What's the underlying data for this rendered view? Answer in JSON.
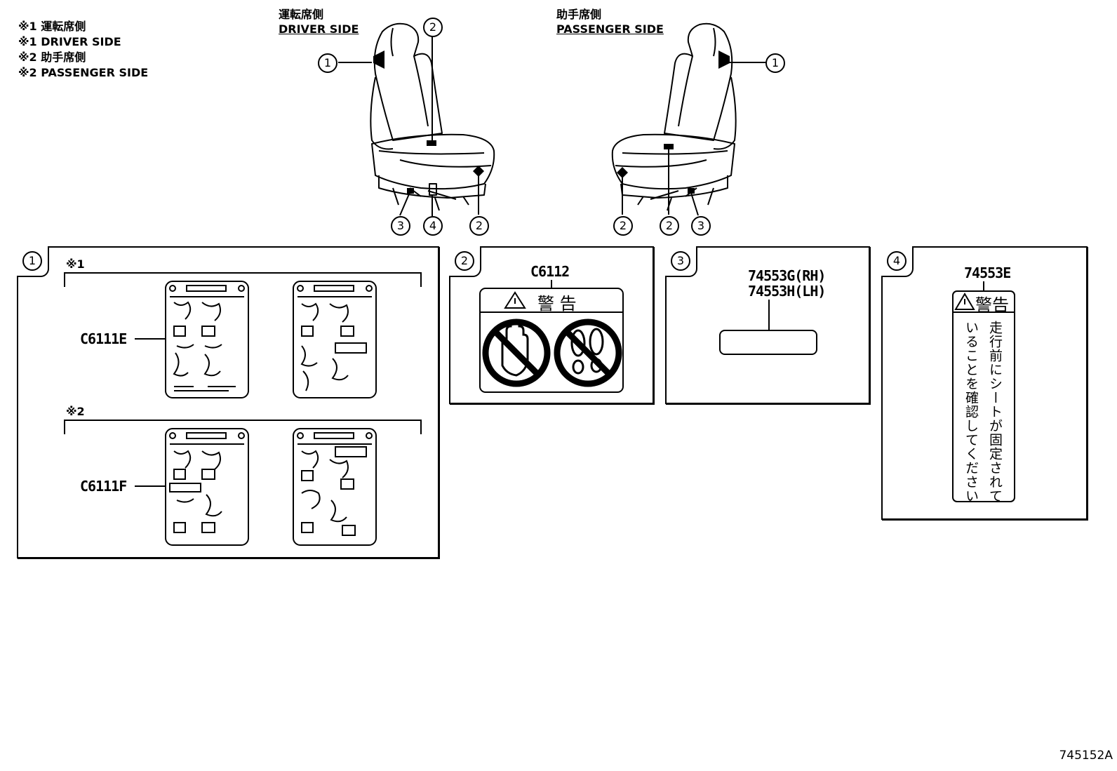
{
  "legend": [
    "※1 運転席側",
    "※1 DRIVER SIDE",
    "※2 助手席側",
    "※2 PASSENGER SIDE"
  ],
  "driver_side": {
    "jp": "運転席側",
    "en": "DRIVER SIDE"
  },
  "passenger_side": {
    "jp": "助手席側",
    "en": "PASSENGER SIDE"
  },
  "callouts": {
    "c1": "1",
    "c2": "2",
    "c3": "3",
    "c4": "4"
  },
  "panel1": {
    "mark1": "※1",
    "mark2": "※2",
    "part_driver": "C6111E",
    "part_passenger": "C6111F"
  },
  "panel2": {
    "part": "C6112",
    "warning_text": "警 告"
  },
  "panel3": {
    "part_rh": "74553G(RH)",
    "part_lh": "74553H(LH)"
  },
  "panel4": {
    "part": "74553E",
    "warning_text": "警告",
    "body_col1": "走行前にシートが固定されて",
    "body_col2": "いることを確認してください"
  },
  "reference": "745152A"
}
